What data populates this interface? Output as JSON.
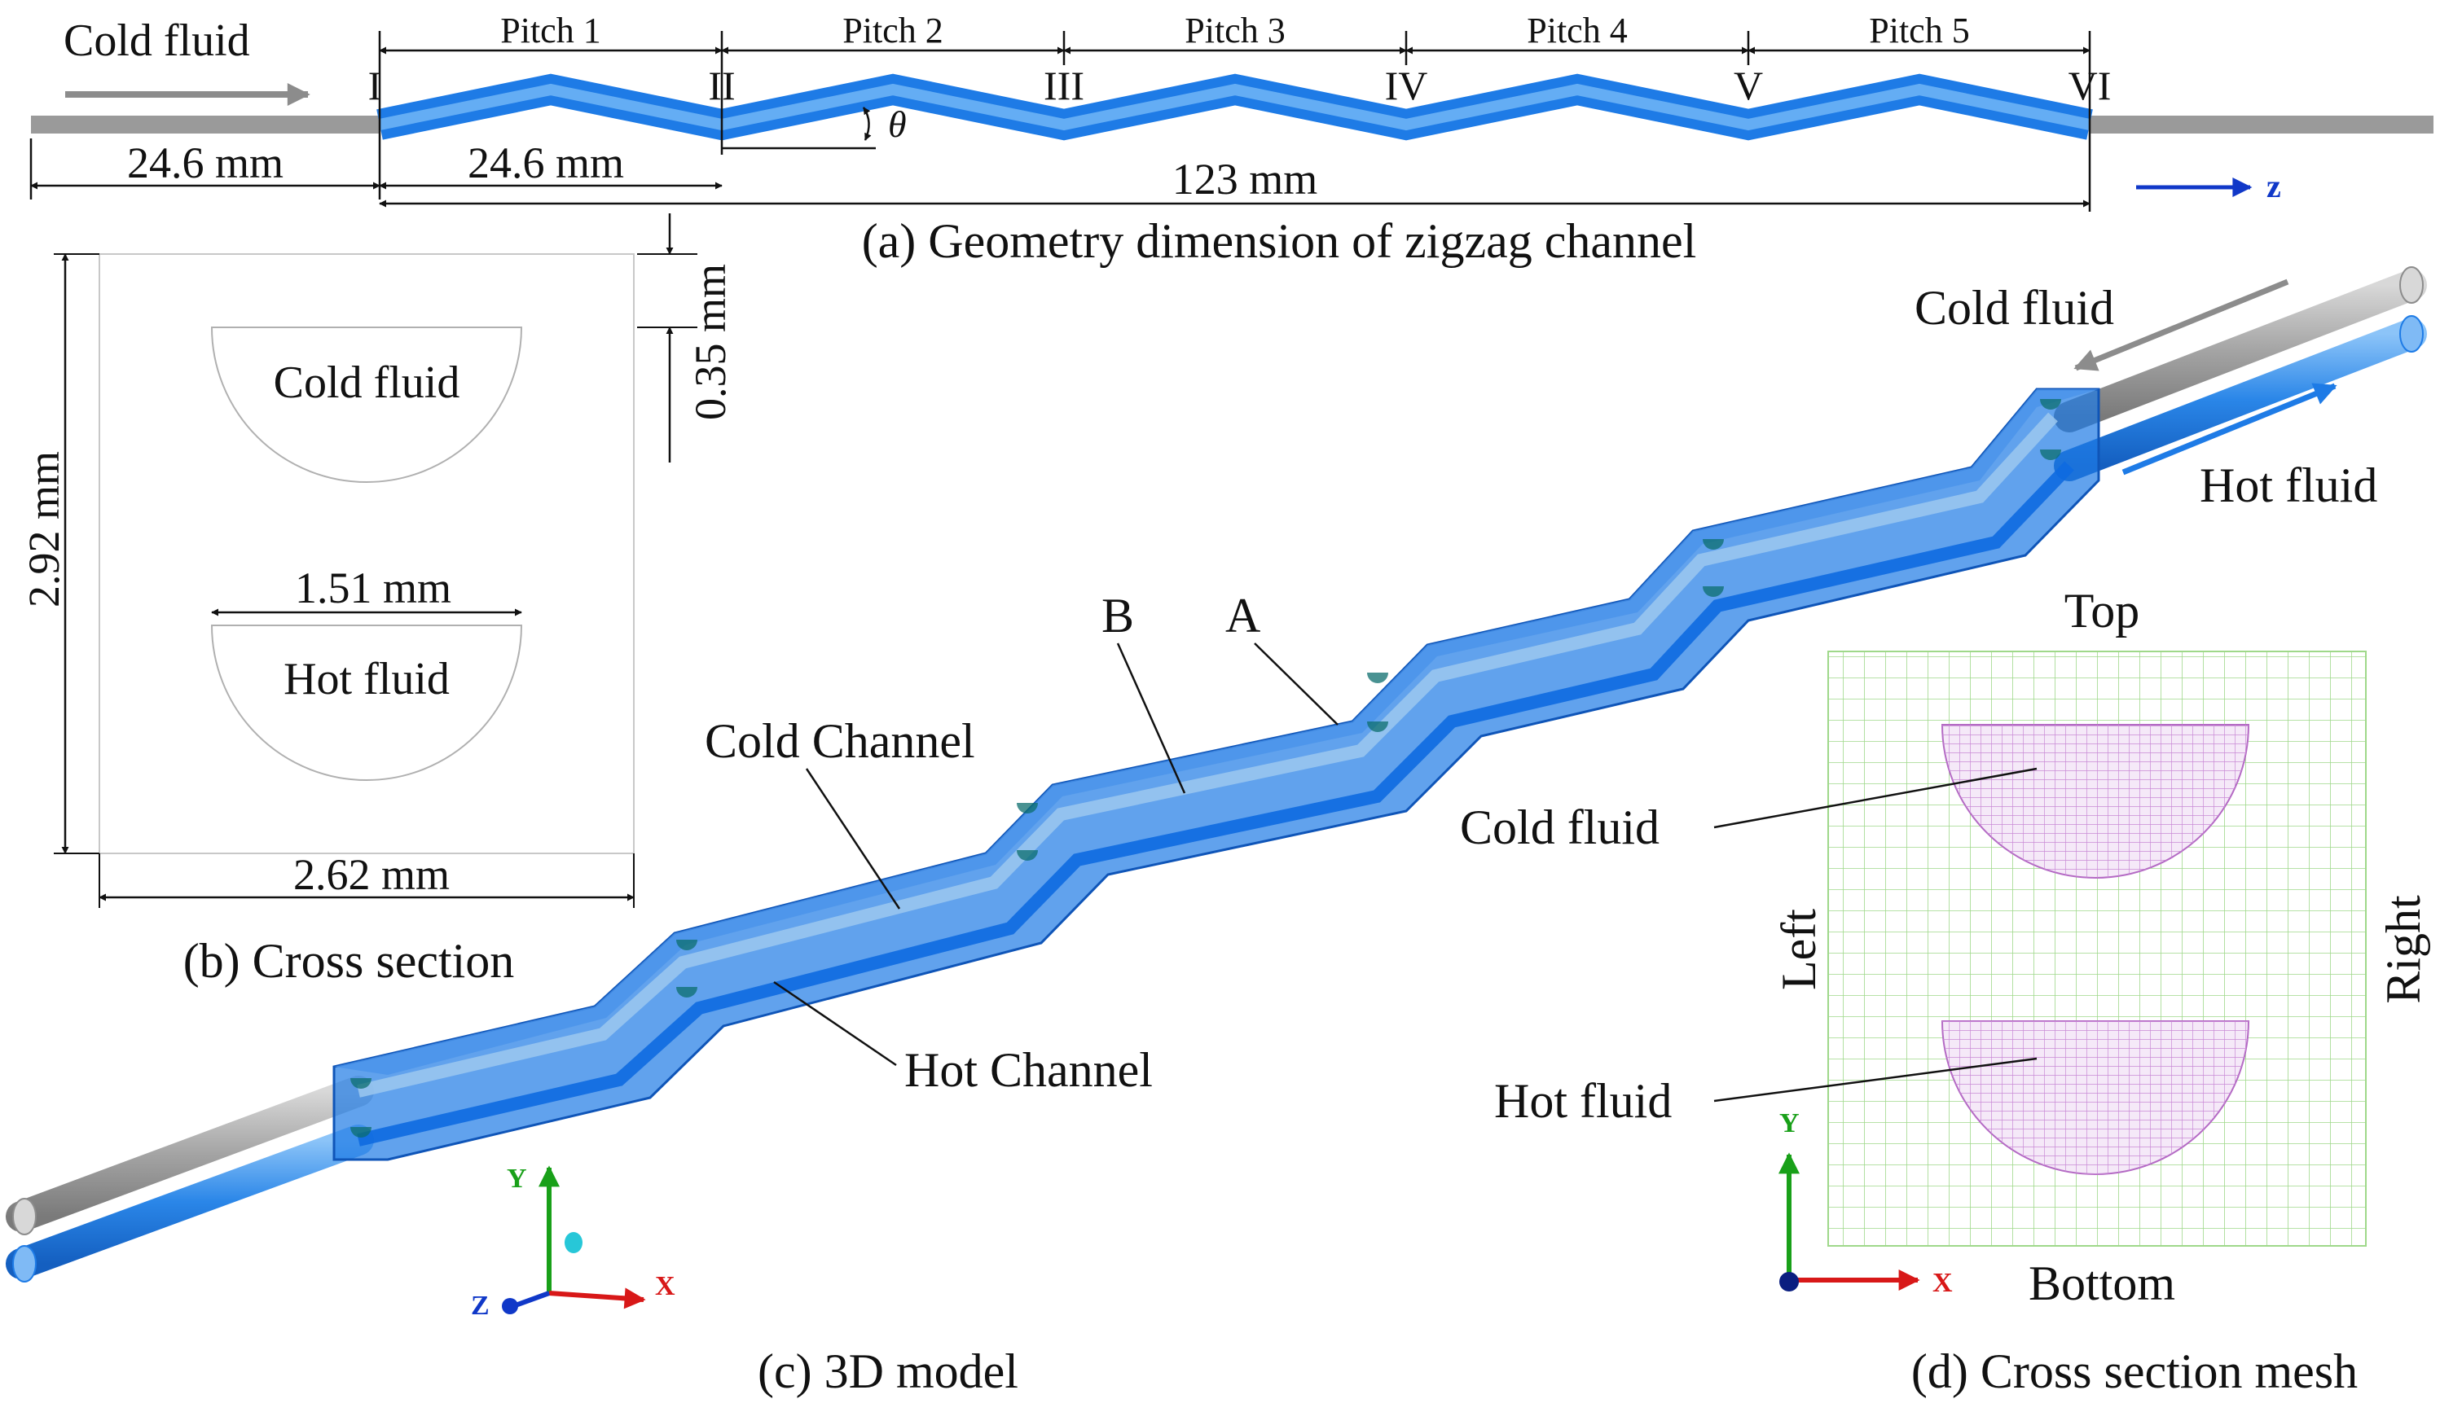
{
  "panel_a": {
    "caption": "(a) Geometry dimension of zigzag channel",
    "cold_fluid_label": "Cold fluid",
    "pitch_labels": [
      "Pitch 1",
      "Pitch 2",
      "Pitch 3",
      "Pitch 4",
      "Pitch 5"
    ],
    "station_labels": [
      "I",
      "II",
      "III",
      "IV",
      "V",
      "VI"
    ],
    "theta_symbol": "θ",
    "dim_inlet": "24.6 mm",
    "dim_pitch": "24.6 mm",
    "dim_total": "123 mm",
    "z_axis_label": "z"
  },
  "panel_b": {
    "caption": "(b) Cross section",
    "cold_fluid_label": "Cold fluid",
    "hot_fluid_label": "Hot fluid",
    "dim_height": "2.92 mm",
    "dim_width": "2.62 mm",
    "dim_diameter": "1.51 mm",
    "dim_gap": "0.35 mm"
  },
  "panel_c": {
    "caption": "(c) 3D model",
    "cold_fluid_label": "Cold fluid",
    "hot_fluid_label": "Hot fluid",
    "cold_channel_label": "Cold Channel",
    "hot_channel_label": "Hot Channel",
    "point_a": "A",
    "point_b": "B",
    "axis_y": "Y",
    "axis_x": "X",
    "axis_z": "Z"
  },
  "panel_d": {
    "caption": "(d) Cross section mesh",
    "top_label": "Top",
    "bottom_label": "Bottom",
    "left_label": "Left",
    "right_label": "Right",
    "cold_fluid_label": "Cold fluid",
    "hot_fluid_label": "Hot fluid",
    "axis_y": "Y",
    "axis_x": "X"
  },
  "colors": {
    "channel_blue": "#1e7be6",
    "channel_light": "#5aa7f2",
    "pipe_gray": "#9a9a9a",
    "mesh_green": "#9fd88a",
    "mesh_purple": "#c98ad6",
    "axis_blue": "#1038c8",
    "axis_green": "#19a019",
    "axis_red": "#d81818"
  }
}
